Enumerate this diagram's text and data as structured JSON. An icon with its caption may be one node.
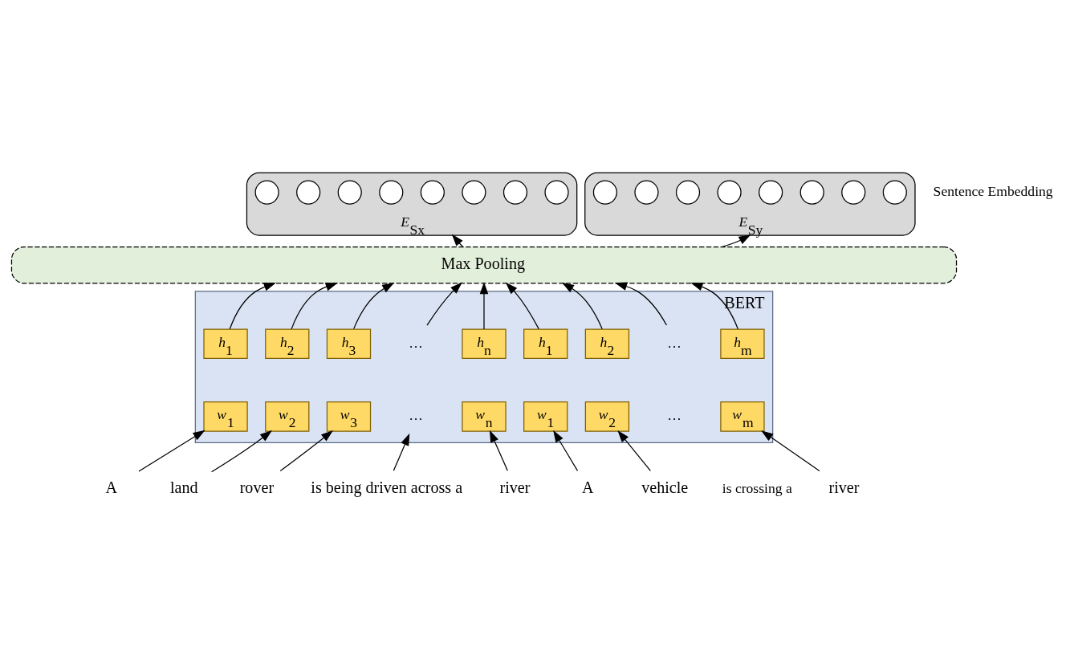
{
  "diagram": {
    "nodes": [
      {
        "text": [
          "*E*$_{Sx}$"
        ]
      },
      {
        "text": [],
        "shape": "circle",
        "in": 0
      },
      {
        "text": [],
        "shape": "circle",
        "in": 0
      },
      {
        "text": [],
        "shape": "circle",
        "in": 0
      },
      {
        "text": [],
        "shape": "circle",
        "in": 0
      },
      {
        "text": [],
        "shape": "circle",
        "in": 0
      },
      {
        "text": [],
        "shape": "circle",
        "in": 0
      },
      {
        "text": [],
        "shape": "circle",
        "in": 0
      },
      {
        "text": [],
        "shape": "circle",
        "in": 0
      },
      {
        "text": [
          "*E*$_{Sy}$"
        ]
      },
      {
        "text": [],
        "shape": "circle",
        "in": 9
      },
      {
        "text": [],
        "shape": "circle",
        "in": 9
      },
      {
        "text": [],
        "shape": "circle",
        "in": 9
      },
      {
        "text": [],
        "shape": "circle",
        "in": 9
      },
      {
        "text": [],
        "shape": "circle",
        "in": 9
      },
      {
        "text": [],
        "shape": "circle",
        "in": 9
      },
      {
        "text": [],
        "shape": "circle",
        "in": 9
      },
      {
        "text": [],
        "shape": "circle",
        "in": 9
      },
      {
        "text": [
          "Max Pooling"
        ]
      },
      {
        "text": [
          "BERT"
        ]
      },
      {
        "text": [
          "*h*$_{1}$"
        ],
        "in": 19
      },
      {
        "text": [
          "*h*$_{2}$"
        ],
        "in": 19
      },
      {
        "text": [
          "*h*$_{3}$"
        ],
        "in": 19
      },
      {
        "text": [
          "…"
        ],
        "in": 19
      },
      {
        "text": [
          "*h*$_{n}$"
        ],
        "in": 19
      },
      {
        "text": [
          "*h*$_{1}$"
        ],
        "in": 19
      },
      {
        "text": [
          "*h*$_{2}$"
        ],
        "in": 19
      },
      {
        "text": [
          "…"
        ],
        "in": 19
      },
      {
        "text": [
          "*h*$_{m}$"
        ],
        "in": 19
      },
      {
        "text": [
          "*w*$_{1}$"
        ],
        "in": 19
      },
      {
        "text": [
          "*w*$_{2}$"
        ],
        "in": 19
      },
      {
        "text": [
          "*w*$_{3}$"
        ],
        "in": 19
      },
      {
        "text": [
          "…"
        ],
        "in": 19
      },
      {
        "text": [
          "*w*$_{n}$"
        ],
        "in": 19
      },
      {
        "text": [
          "*w*$_{1}$"
        ],
        "in": 19
      },
      {
        "text": [
          "*w*$_{2}$"
        ],
        "in": 19
      },
      {
        "text": [
          "…"
        ],
        "in": 19
      },
      {
        "text": [
          "*w*$_{m}$"
        ],
        "in": 19
      },
      {
        "text": [
          "A"
        ]
      },
      {
        "text": [
          "land"
        ]
      },
      {
        "text": [
          "rover"
        ]
      },
      {
        "text": [
          "is being driven across a"
        ]
      },
      {
        "text": [
          "river"
        ]
      },
      {
        "text": [
          "A"
        ]
      },
      {
        "text": [
          "vehicle"
        ]
      },
      {
        "text": [
          "river"
        ]
      }
    ],
    "edges": [
      {
        "from": 38,
        "to": 29,
        "arrow": "to"
      },
      {
        "from": 39,
        "to": 30,
        "arrow": "to"
      },
      {
        "from": 40,
        "to": 31,
        "arrow": "to"
      },
      {
        "from": 41,
        "to": 32,
        "arrow": "to"
      },
      {
        "from": 42,
        "to": 33,
        "arrow": "to"
      },
      {
        "from": 43,
        "to": 34,
        "arrow": "to"
      },
      {
        "from": 44,
        "to": 35,
        "arrow": "to"
      },
      {
        "from": 45,
        "to": 37,
        "arrow": "to"
      },
      {
        "from": 20,
        "to": 18,
        "arrow": "to"
      },
      {
        "from": 21,
        "to": 18,
        "arrow": "to"
      },
      {
        "from": 22,
        "to": 18,
        "arrow": "to"
      },
      {
        "from": 23,
        "to": 18,
        "arrow": "to"
      },
      {
        "from": 24,
        "to": 18,
        "arrow": "to"
      },
      {
        "from": 25,
        "to": 18,
        "arrow": "to"
      },
      {
        "from": 26,
        "to": 18,
        "arrow": "to"
      },
      {
        "from": 27,
        "to": 18,
        "arrow": "to"
      },
      {
        "from": 28,
        "to": 18,
        "arrow": "to"
      },
      {
        "from": 18,
        "to": 0,
        "arrow": "to"
      },
      {
        "from": 18,
        "to": 9,
        "arrow": "to"
      }
    ],
    "labels": [
      "Sentence Embedding",
      "is crossing a"
    ]
  }
}
